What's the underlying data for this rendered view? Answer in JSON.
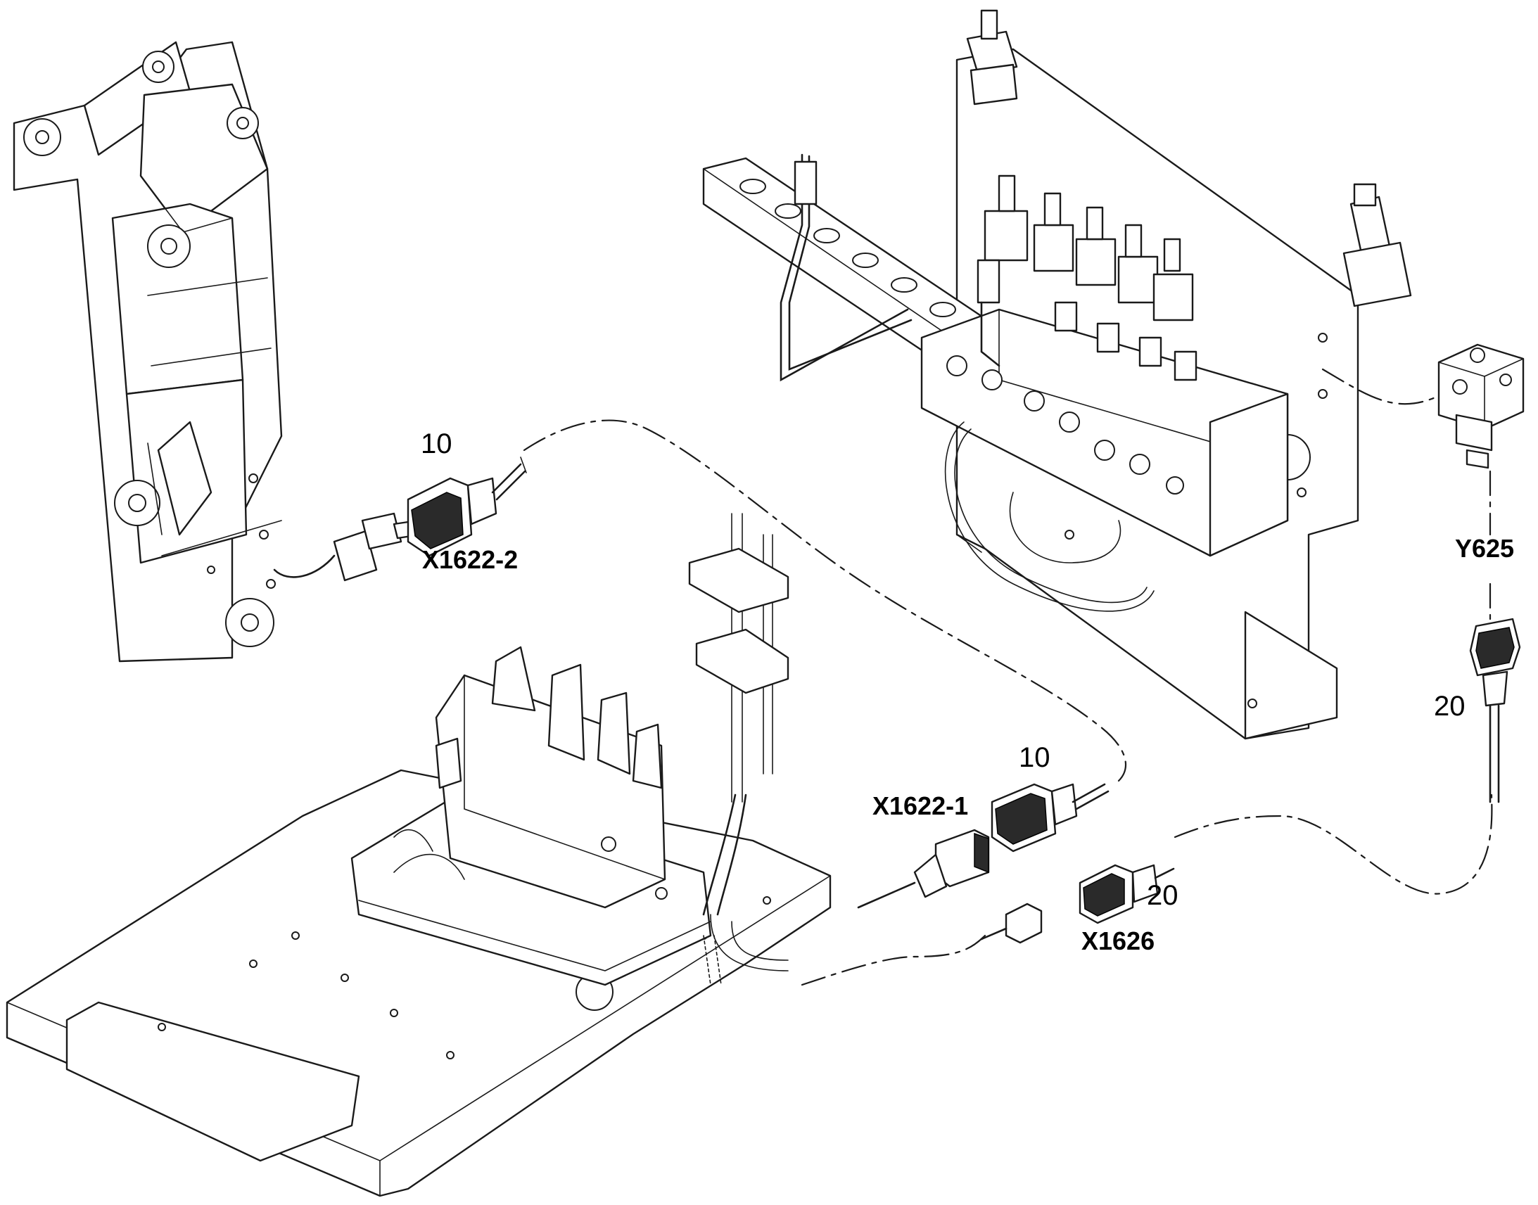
{
  "labels": {
    "item_10_top": "10",
    "conn_x1622_2": "X1622-2",
    "item_10_mid": "10",
    "conn_x1622_1": "X1622-1",
    "item_20_mid": "20",
    "conn_x1626": "X1626",
    "valve_y625": "Y625",
    "item_20_right": "20"
  }
}
